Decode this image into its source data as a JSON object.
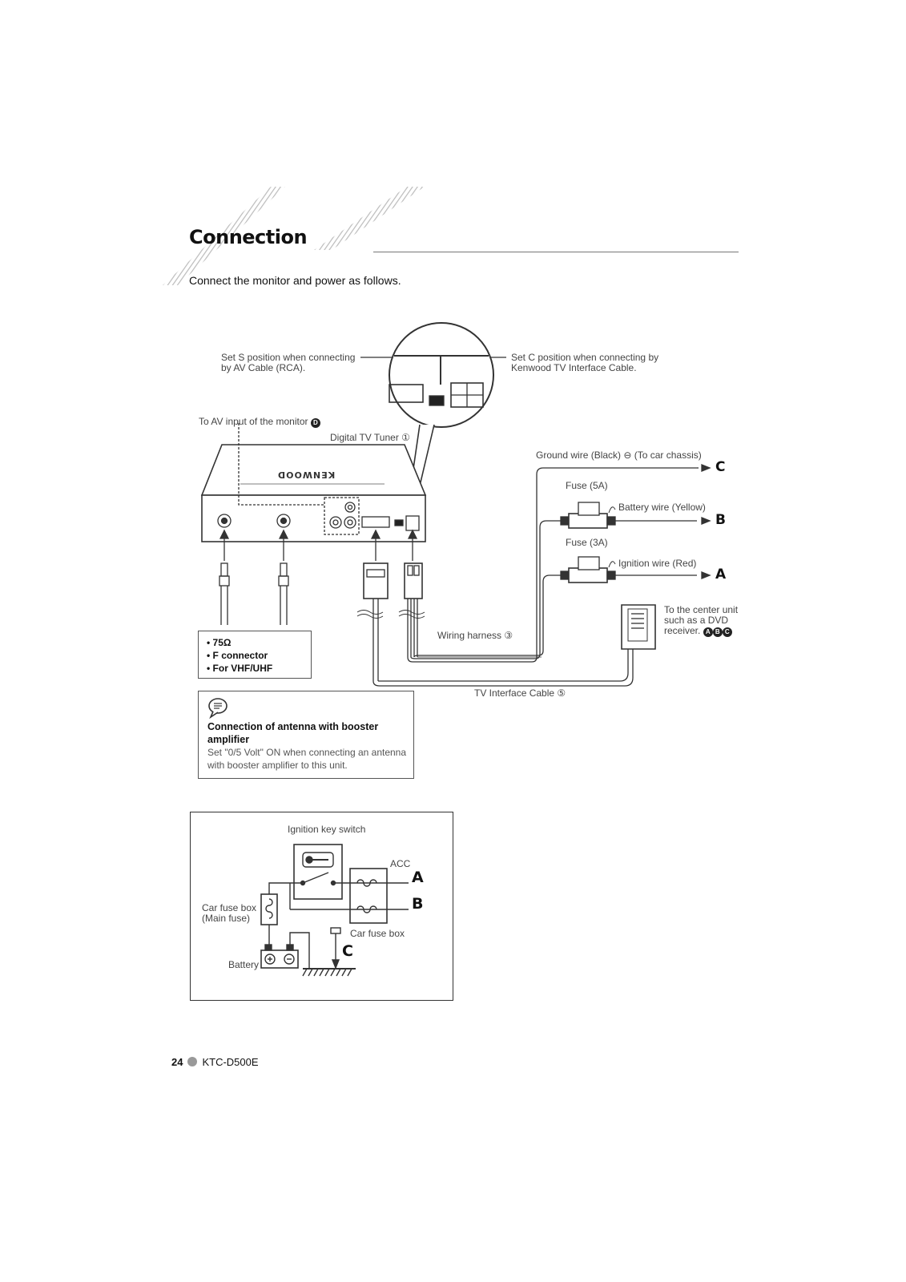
{
  "header": {
    "title": "Connection",
    "intro": "Connect the monitor and power as follows."
  },
  "diagram": {
    "switch_s_note": [
      "Set S position when connecting",
      "by AV Cable (RCA)."
    ],
    "switch_c_note": [
      "Set C position when connecting by",
      "Kenwood TV Interface Cable."
    ],
    "av_input": "To AV input of the monitor",
    "tuner": "Digital TV Tuner ①",
    "brand": "KENWOOD",
    "ground_wire": "Ground wire (Black) ⊖ (To car chassis)",
    "fuse_5a": "Fuse (5A)",
    "battery_wire": "Battery wire (Yellow)",
    "fuse_3a": "Fuse (3A)",
    "ignition_wire": "Ignition wire (Red)",
    "center_unit": [
      "To the center unit",
      "such as a DVD",
      "receiver."
    ],
    "wiring_harness": "Wiring harness ③",
    "tv_interface_cable": "TV Interface Cable ⑤",
    "letter_a": "A",
    "letter_b": "B",
    "letter_c": "C",
    "badge_a": "A",
    "badge_b": "B",
    "badge_c": "C",
    "badge_d": "D"
  },
  "spec_box": {
    "items": [
      "75Ω",
      "F connector",
      "For VHF/UHF"
    ]
  },
  "note_box": {
    "title": "Connection of antenna with booster amplifier",
    "body": "Set \"0/5 Volt\" ON when connecting an antenna with booster amplifier to this unit."
  },
  "wiring": {
    "ignition_key_switch": "Ignition key switch",
    "acc": "ACC",
    "car_fuse_box_main": [
      "Car fuse box",
      "(Main fuse)"
    ],
    "car_fuse_box": "Car fuse box",
    "battery": "Battery",
    "letter_a": "A",
    "letter_b": "B",
    "letter_c": "C"
  },
  "footer": {
    "page_number": "24",
    "model": "KTC-D500E"
  }
}
